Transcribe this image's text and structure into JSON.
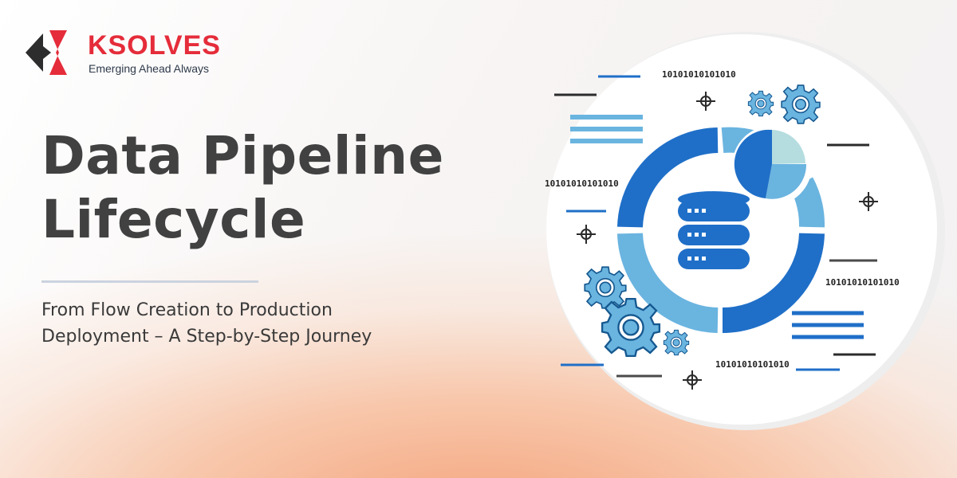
{
  "brand": {
    "name": "KSOLVES",
    "tagline": "Emerging Ahead Always",
    "color": "#e52c3a"
  },
  "hero": {
    "title_line1": "Data Pipeline",
    "title_line2": "Lifecycle",
    "subtitle_line1": "From Flow Creation to Production",
    "subtitle_line2": "Deployment – A Step-by-Step Journey"
  },
  "illustration": {
    "binary_strings": [
      "10101010101010",
      "10101010101010",
      "10101010101010",
      "10101010101010"
    ],
    "icons": [
      "database-icon",
      "donut-ring",
      "pie-chart-icon",
      "gear-icon",
      "crosshair-icon"
    ],
    "colors": {
      "dark_blue": "#1f6fc8",
      "light_blue": "#6ab4e0",
      "pale_blue": "#b5dde0",
      "dark_line": "#2b2b2b",
      "circle_bg": "#ffffff"
    }
  }
}
